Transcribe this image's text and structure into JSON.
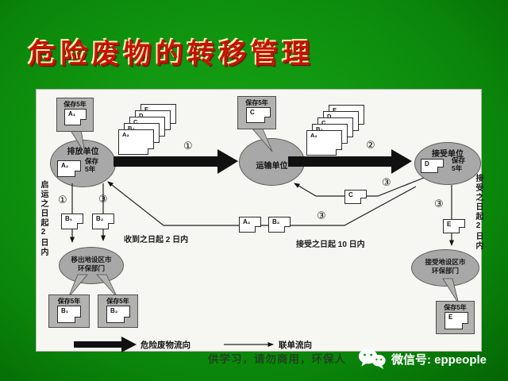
{
  "slide": {
    "title": "危险废物的转移管理",
    "watermark": "供学习，请勿商用，环保人",
    "wechat": "微信号: eppeople",
    "colors": {
      "background_green": "#0f930f",
      "title_red": "#c41402",
      "node_gray": "#a8a8a8",
      "arrow_black": "#111111"
    }
  },
  "diagram": {
    "nodes": {
      "discharge": "排放单位",
      "transport": "运输单位",
      "receive": "接受单位",
      "origin_epa_line1": "移出地设区市",
      "origin_epa_line2": "环保部门",
      "dest_epa_line1": "接受地设区市",
      "dest_epa_line2": "环保部门"
    },
    "keep": {
      "label": "保存5年",
      "line1": "保存",
      "line2": "5年"
    },
    "copies": {
      "a1": "A₁",
      "a2": "A₂",
      "b1": "B₁",
      "b2": "B₂",
      "c": "C",
      "d": "D",
      "e": "E"
    },
    "stack_sheets": [
      "A₂",
      "B₂",
      "C",
      "D",
      "E"
    ],
    "steps": {
      "s1": "①",
      "s2": "②",
      "s3": "③"
    },
    "notes": {
      "depart": "启运之日起2日内",
      "received2": "收到之日起 2 日内",
      "accept10": "接受之日起 10 日内",
      "accept2": "接受之日起2日内"
    },
    "legend": {
      "waste": "危险废物流向",
      "manifest": "联单流向"
    }
  }
}
